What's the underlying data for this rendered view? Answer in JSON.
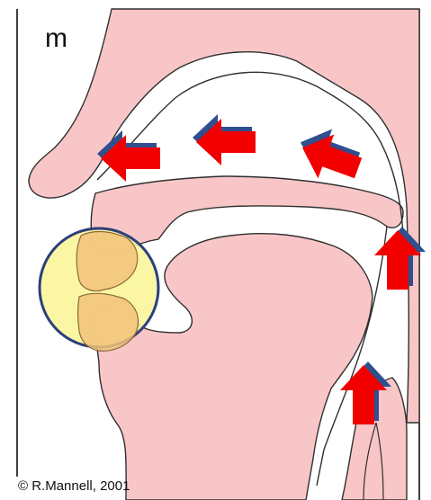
{
  "labels": {
    "sound": "m",
    "credit": "© R.Mannell, 2001"
  },
  "colors": {
    "tissue": "#f9c6c8",
    "outline": "#2f2f2f",
    "lip_highlight_fill": "#fbf59a",
    "lip_highlight_stroke": "#2c3f7a",
    "lip_inner": "#f2c27a",
    "arrow_fill": "#f20000",
    "arrow_shadow": "#2f4f8f"
  },
  "arrows": [
    {
      "name": "nasal-airflow-arrow-front"
    },
    {
      "name": "nasal-airflow-arrow-mid"
    },
    {
      "name": "nasal-airflow-arrow-back"
    },
    {
      "name": "pharynx-airflow-arrow-upper"
    },
    {
      "name": "pharynx-airflow-arrow-lower"
    }
  ]
}
